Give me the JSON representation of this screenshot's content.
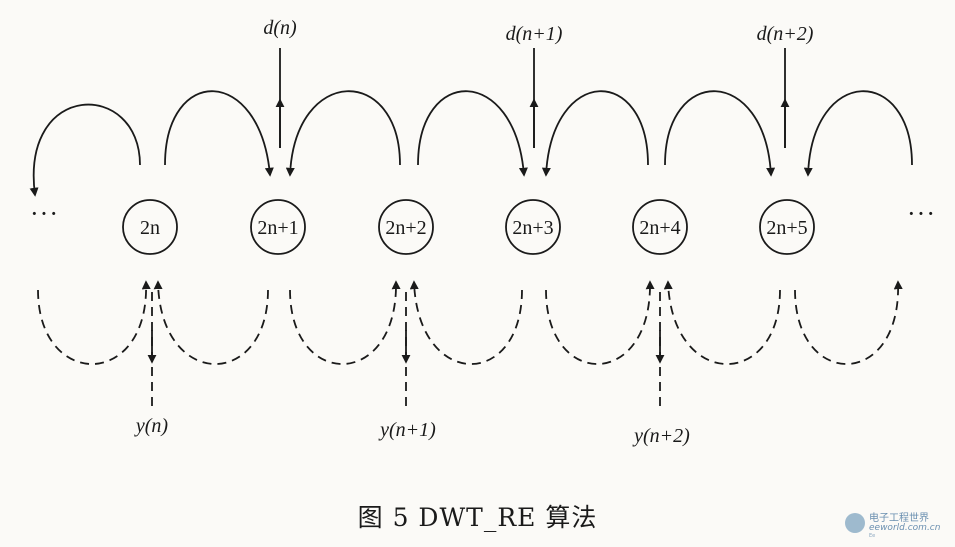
{
  "nodes": [
    "2n",
    "2n+1",
    "2n+2",
    "2n+3",
    "2n+4",
    "2n+5"
  ],
  "ellipsis": "···",
  "inputs": [
    "d(n)",
    "d(n+1)",
    "d(n+2)"
  ],
  "outputs": [
    "y(n)",
    "y(n+1)",
    "y(n+2)"
  ],
  "caption": "图 5   DWT_RE 算法",
  "watermark": {
    "brand": "电子工程世界",
    "url": "eeworld.com.cn",
    "tagline": "Ee"
  },
  "colors": {
    "ink": "#1a1a1a",
    "background": "#fbfaf7"
  }
}
